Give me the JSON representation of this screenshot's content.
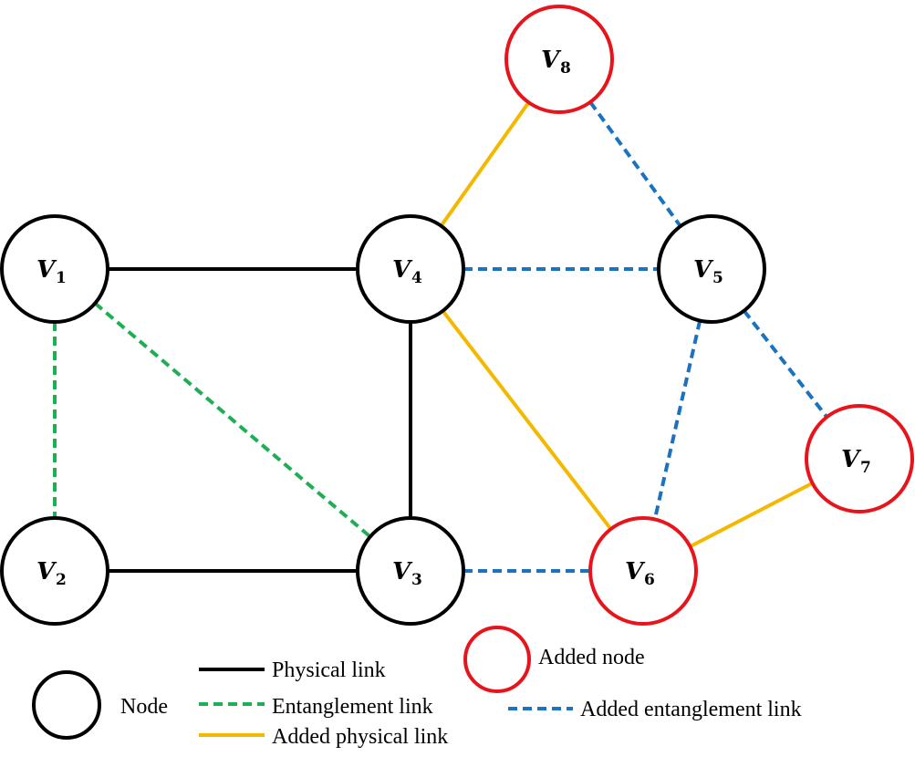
{
  "colors": {
    "node_stroke": "#000000",
    "added_node_stroke": "#e8141c",
    "physical_link": "#000000",
    "entanglement_link": "#1fae55",
    "added_physical_link": "#f5b800",
    "added_entanglement_link": "#1a72c0"
  },
  "nodes": [
    {
      "id": "v1",
      "letter": "V",
      "index": "1",
      "added": false
    },
    {
      "id": "v2",
      "letter": "V",
      "index": "2",
      "added": false
    },
    {
      "id": "v3",
      "letter": "V",
      "index": "3",
      "added": false
    },
    {
      "id": "v4",
      "letter": "V",
      "index": "4",
      "added": false
    },
    {
      "id": "v5",
      "letter": "V",
      "index": "5",
      "added": false
    },
    {
      "id": "v6",
      "letter": "V",
      "index": "6",
      "added": true
    },
    {
      "id": "v7",
      "letter": "V",
      "index": "7",
      "added": true
    },
    {
      "id": "v8",
      "letter": "V",
      "index": "8",
      "added": true
    }
  ],
  "edges": [
    {
      "from": "v1",
      "to": "v4",
      "type": "physical"
    },
    {
      "from": "v2",
      "to": "v3",
      "type": "physical"
    },
    {
      "from": "v4",
      "to": "v3",
      "type": "physical"
    },
    {
      "from": "v1",
      "to": "v2",
      "type": "entanglement"
    },
    {
      "from": "v1",
      "to": "v3",
      "type": "entanglement"
    },
    {
      "from": "v4",
      "to": "v8",
      "type": "added_physical"
    },
    {
      "from": "v4",
      "to": "v6",
      "type": "added_physical"
    },
    {
      "from": "v6",
      "to": "v7",
      "type": "added_physical"
    },
    {
      "from": "v8",
      "to": "v5",
      "type": "added_entanglement"
    },
    {
      "from": "v4",
      "to": "v5",
      "type": "added_entanglement"
    },
    {
      "from": "v5",
      "to": "v6",
      "type": "added_entanglement"
    },
    {
      "from": "v5",
      "to": "v7",
      "type": "added_entanglement"
    },
    {
      "from": "v3",
      "to": "v6",
      "type": "added_entanglement"
    }
  ],
  "legend": {
    "node": "Node",
    "physical_link": "Physical  link",
    "entanglement_link": "Entanglement  link",
    "added_physical_link": "Added  physical  link",
    "added_node": "Added node",
    "added_entanglement_link": "Added  entanglement  link"
  }
}
